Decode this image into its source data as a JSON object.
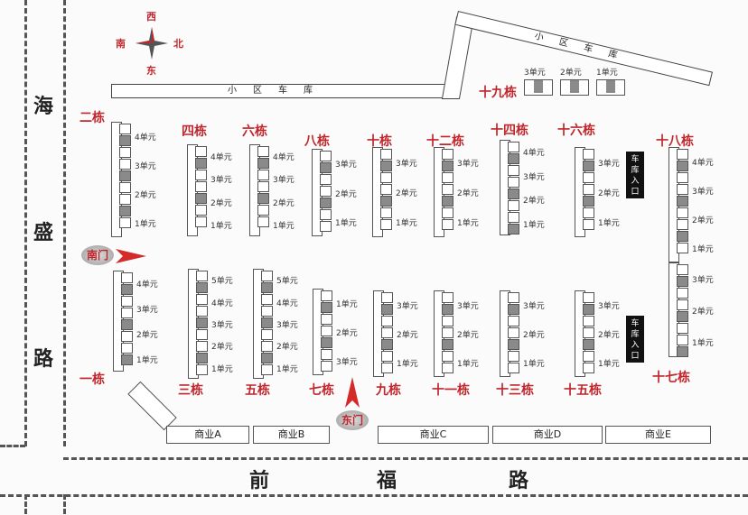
{
  "compass": {
    "west": "西",
    "south": "南",
    "north": "北",
    "east": "东"
  },
  "roads": {
    "left": [
      "海",
      "盛",
      "路"
    ],
    "bottom": [
      "前",
      "福",
      "路"
    ]
  },
  "garage": {
    "top": "小区车库",
    "angled": "小区车库"
  },
  "garage_entrance": "车库入口",
  "gates": {
    "south": "南门",
    "east": "东门"
  },
  "shops": [
    "商业A",
    "商业B",
    "商业C",
    "商业D",
    "商业E"
  ],
  "building_19": {
    "name": "十九栋",
    "units": [
      "3单元",
      "2单元",
      "1单元"
    ]
  },
  "buildings": [
    {
      "name": "二栋",
      "units": [
        "4单元",
        "3单元",
        "2单元",
        "1单元"
      ]
    },
    {
      "name": "四栋",
      "units": [
        "4单元",
        "3单元",
        "2单元",
        "1单元"
      ]
    },
    {
      "name": "六栋",
      "units": [
        "4单元",
        "3单元",
        "2单元",
        "1单元"
      ]
    },
    {
      "name": "八栋",
      "units": [
        "3单元",
        "2单元",
        "1单元"
      ]
    },
    {
      "name": "十栋",
      "units": [
        "3单元",
        "2单元",
        "1单元"
      ]
    },
    {
      "name": "十二栋",
      "units": [
        "3单元",
        "2单元",
        "1单元"
      ]
    },
    {
      "name": "十四栋",
      "units": [
        "4单元",
        "3单元",
        "2单元",
        "1单元"
      ]
    },
    {
      "name": "十六栋",
      "units": [
        "3单元",
        "2单元",
        "1单元"
      ]
    },
    {
      "name": "十八栋",
      "units": [
        "4单元",
        "3单元",
        "2单元",
        "1单元"
      ]
    },
    {
      "name": "一栋",
      "units": [
        "4单元",
        "3单元",
        "2单元",
        "1单元"
      ]
    },
    {
      "name": "三栋",
      "units": [
        "5单元",
        "4单元",
        "3单元",
        "2单元",
        "1单元"
      ]
    },
    {
      "name": "五栋",
      "units": [
        "5单元",
        "4单元",
        "3单元",
        "2单元",
        "1单元"
      ]
    },
    {
      "name": "七栋",
      "units": [
        "1单元",
        "2单元",
        "3单元"
      ]
    },
    {
      "name": "九栋",
      "units": [
        "3单元",
        "2单元",
        "1单元"
      ]
    },
    {
      "name": "十一栋",
      "units": [
        "3单元",
        "2单元",
        "1单元"
      ]
    },
    {
      "name": "十三栋",
      "units": [
        "3单元",
        "2单元",
        "1单元"
      ]
    },
    {
      "name": "十五栋",
      "units": [
        "3单元",
        "2单元",
        "1单元"
      ]
    },
    {
      "name": "十七栋",
      "units": [
        "3单元",
        "2单元",
        "1单元"
      ]
    }
  ]
}
